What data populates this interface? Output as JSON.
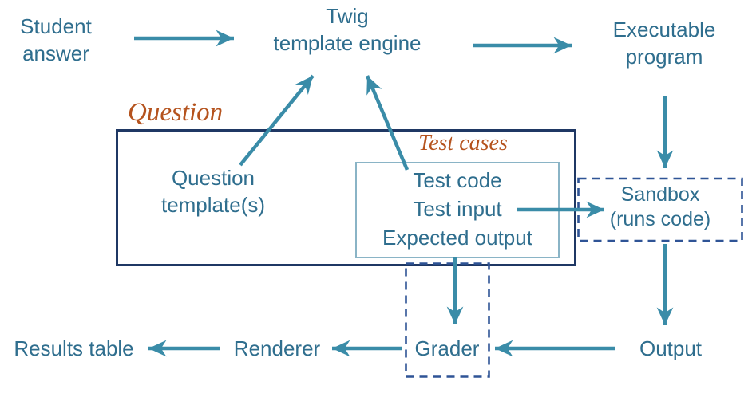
{
  "title": "Question processing flow diagram",
  "colors": {
    "text_teal": "#2F6E8E",
    "arrow_teal": "#3A8CA8",
    "solid_box_navy": "#1F3864",
    "dashed_box_blue": "#2F5496",
    "inner_box_border": "#8AB4C6",
    "group_label_orange": "#B5531E",
    "background": "#FFFFFF"
  },
  "nodes": {
    "student_answer": {
      "line1": "Student",
      "line2": "answer"
    },
    "twig_engine": {
      "line1": "Twig",
      "line2": "template engine"
    },
    "executable_program": {
      "line1": "Executable",
      "line2": "program"
    },
    "question_group_label": "Question",
    "question_template": {
      "line1": "Question",
      "line2": "template(s)"
    },
    "test_cases_label": "Test cases",
    "test_code": "Test code",
    "test_input": "Test input",
    "expected_output": "Expected output",
    "sandbox": {
      "line1": "Sandbox",
      "line2": "(runs code)"
    },
    "output": "Output",
    "grader": "Grader",
    "renderer": "Renderer",
    "results_table": "Results table"
  },
  "edges": [
    {
      "from": "student-answer",
      "to": "twig-engine"
    },
    {
      "from": "twig-engine",
      "to": "executable-program"
    },
    {
      "from": "question-template",
      "to": "twig-engine"
    },
    {
      "from": "test-code",
      "to": "twig-engine"
    },
    {
      "from": "executable-program",
      "to": "sandbox"
    },
    {
      "from": "test-input",
      "to": "sandbox"
    },
    {
      "from": "sandbox",
      "to": "output"
    },
    {
      "from": "expected-output",
      "to": "grader"
    },
    {
      "from": "output",
      "to": "grader"
    },
    {
      "from": "grader",
      "to": "renderer"
    },
    {
      "from": "renderer",
      "to": "results-table"
    }
  ]
}
